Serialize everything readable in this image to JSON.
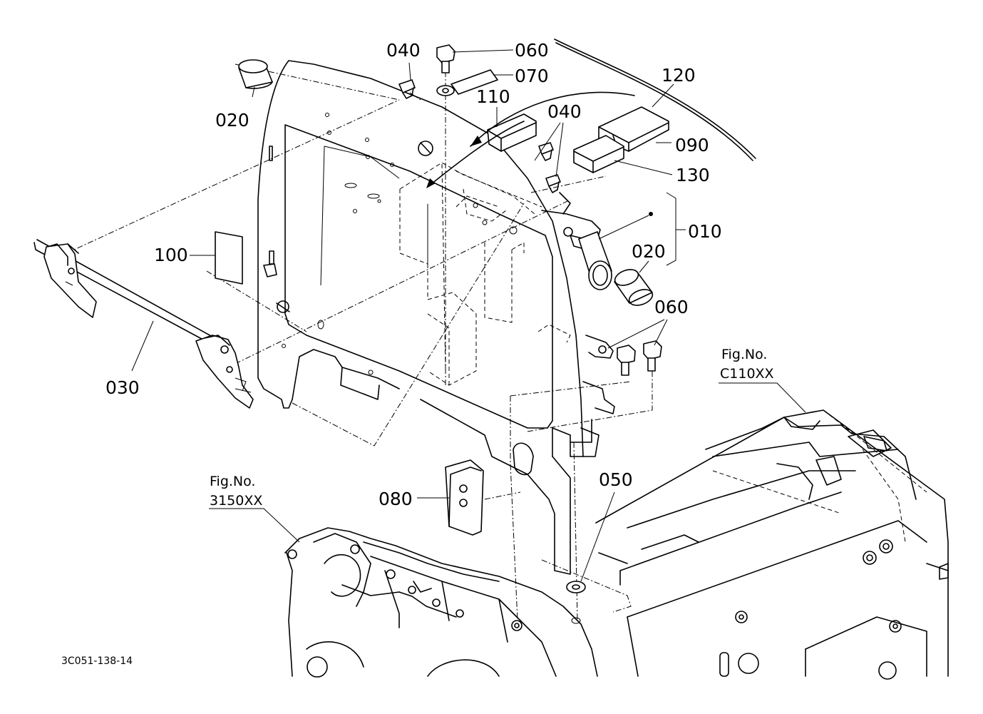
{
  "parts": {
    "p010": "010",
    "p020a": "020",
    "p020b": "020",
    "p030": "030",
    "p040a": "040",
    "p040b": "040",
    "p050": "050",
    "p060a": "060",
    "p060b": "060",
    "p070": "070",
    "p080": "080",
    "p090": "090",
    "p100": "100",
    "p110": "110",
    "p120": "120",
    "p130": "130"
  },
  "refs": {
    "left_fig_label": "Fig.No.",
    "left_fig_number": "3150XX",
    "right_fig_label": "Fig.No.",
    "right_fig_number": "C110XX"
  },
  "drawing_code": "3C051-138-14"
}
